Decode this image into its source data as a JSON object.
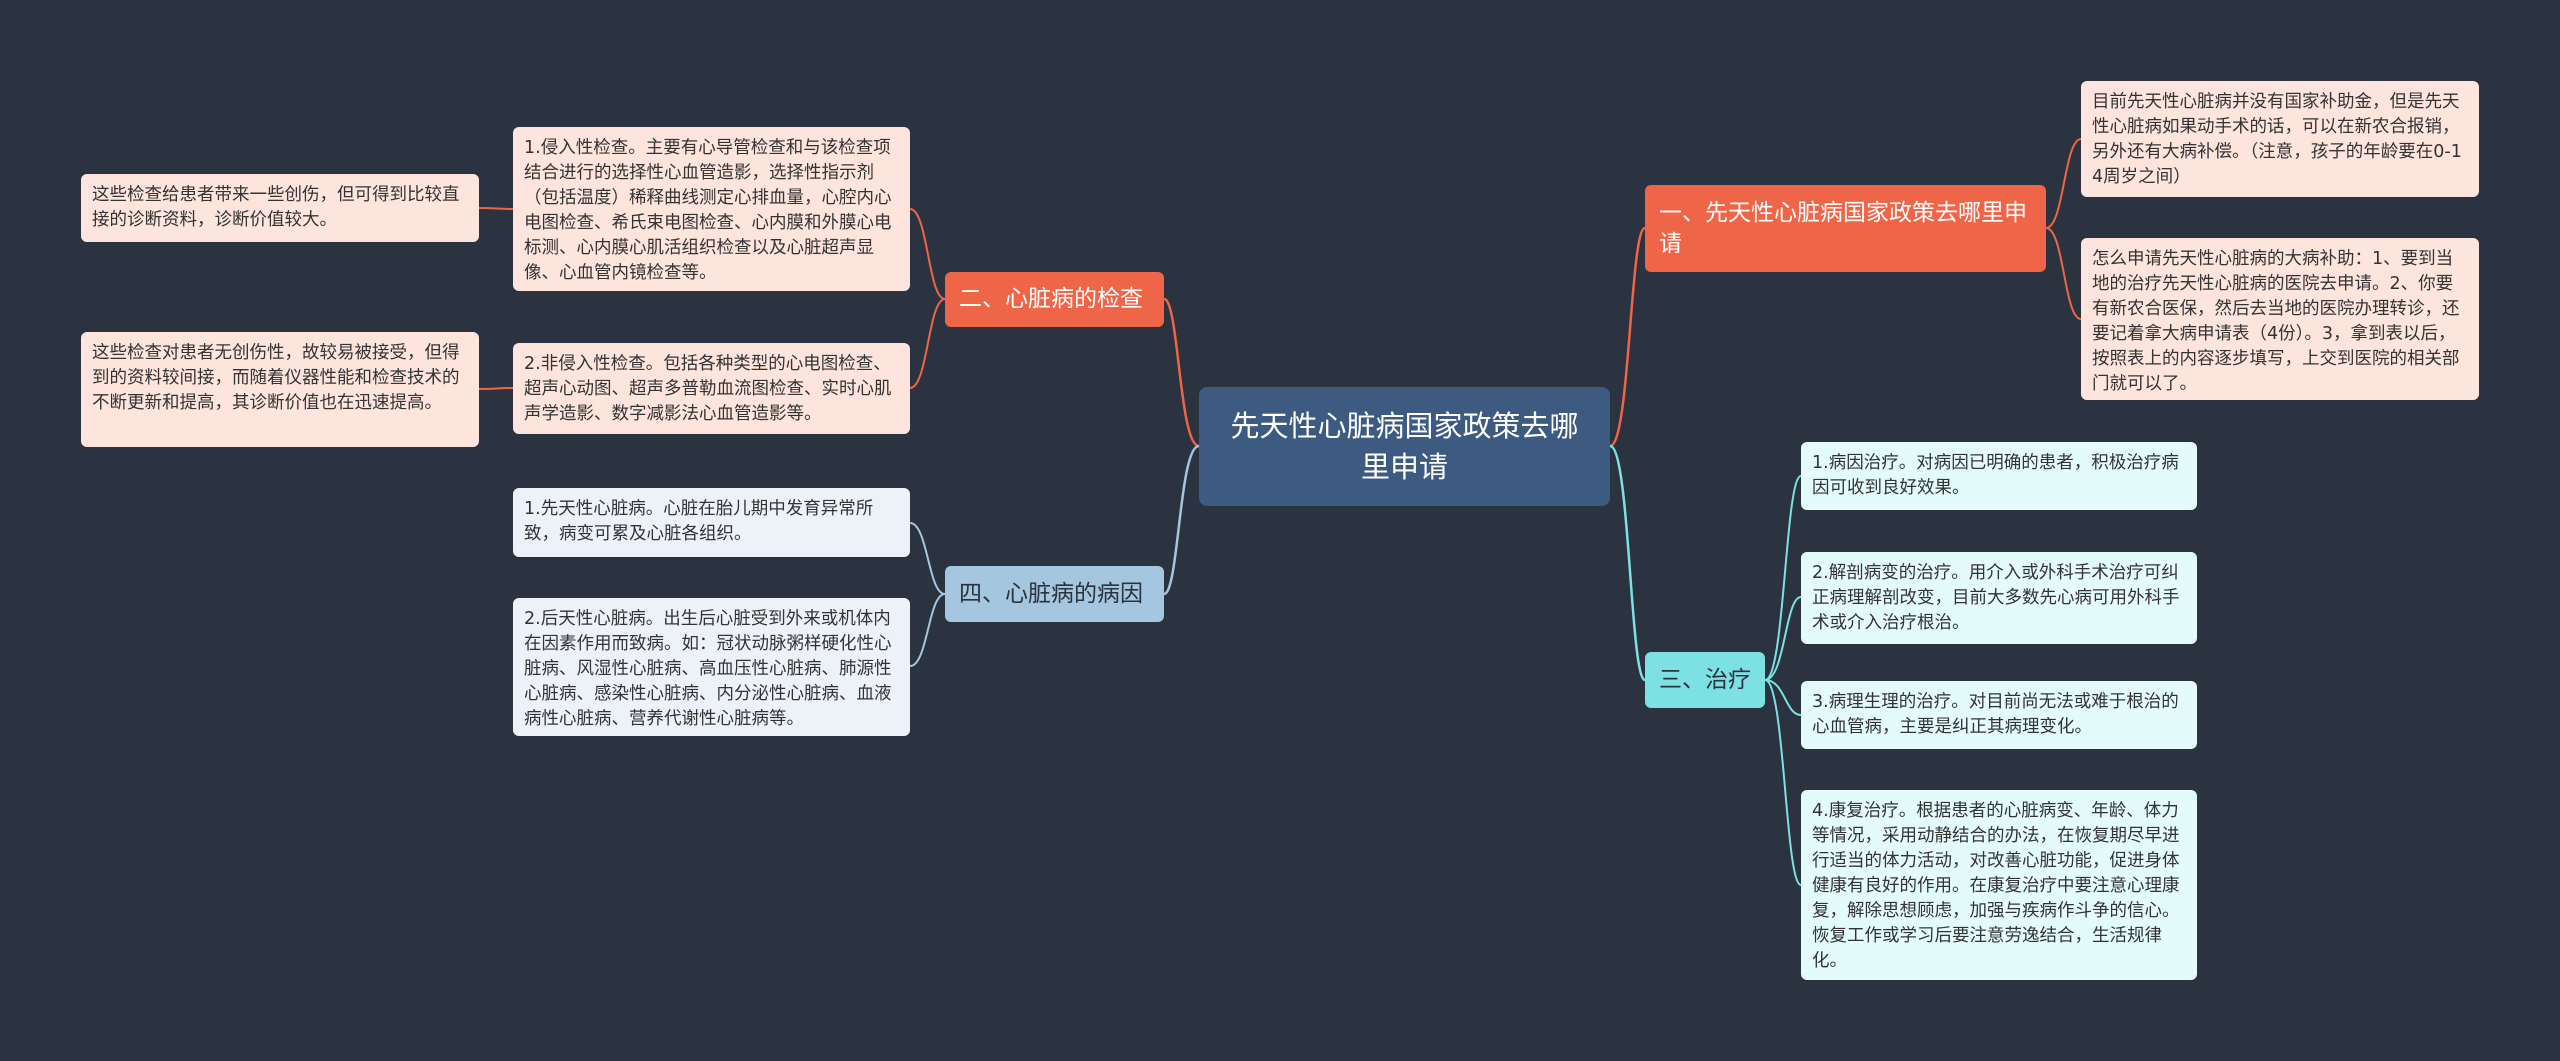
{
  "colors": {
    "background": "#2b3240",
    "root": "#3d5a80",
    "orange": "#ef6547",
    "light_blue": "#a4c6de",
    "teal": "#7de0e3",
    "leaf_pink": "#fde4dd",
    "leaf_blue": "#edf2f8",
    "leaf_teal": "#e4fbfb"
  },
  "root": {
    "label": "先天性心脏病国家政策去哪里申请"
  },
  "branches": {
    "policy": {
      "label": "一、先天性心脏病国家政策去哪里申请",
      "items": [
        "目前先天性心脏病并没有国家补助金，但是先天性心脏病如果动手术的话，可以在新农合报销，另外还有大病补偿。（注意，孩子的年龄要在0-14周岁之间）",
        "怎么申请先天性心脏病的大病补助：1、要到当地的治疗先天性心脏病的医院去申请。2、你要有新农合医保，然后去当地的医院办理转诊，还要记着拿大病申请表（4份）。3，拿到表以后，按照表上的内容逐步填写，上交到医院的相关部门就可以了。"
      ]
    },
    "exam": {
      "label": "二、心脏病的检查",
      "items": [
        "1.侵入性检查。主要有心导管检查和与该检查项结合进行的选择性心血管造影，选择性指示剂（包括温度）稀释曲线测定心排血量，心腔内心电图检查、希氏束电图检查、心内膜和外膜心电标测、心内膜心肌活组织检查以及心脏超声显像、心血管内镜检查等。",
        "2.非侵入性检查。包括各种类型的心电图检查、超声心动图、超声多普勒血流图检查、实时心肌声学造影、数字减影法心血管造影等。"
      ],
      "notes": [
        "这些检查给患者带来一些创伤，但可得到比较直接的诊断资料，诊断价值较大。",
        "这些检查对患者无创伤性，故较易被接受，但得到的资料较间接，而随着仪器性能和检查技术的不断更新和提高，其诊断价值也在迅速提高。"
      ]
    },
    "cause": {
      "label": "四、心脏病的病因",
      "items": [
        "1.先天性心脏病。心脏在胎儿期中发育异常所致，病变可累及心脏各组织。",
        "2.后天性心脏病。出生后心脏受到外来或机体内在因素作用而致病。如：冠状动脉粥样硬化性心脏病、风湿性心脏病、高血压性心脏病、肺源性心脏病、感染性心脏病、内分泌性心脏病、血液病性心脏病、营养代谢性心脏病等。"
      ]
    },
    "treatment": {
      "label": "三、治疗",
      "items": [
        "1.病因治疗。对病因已明确的患者，积极治疗病因可收到良好效果。",
        "2.解剖病变的治疗。用介入或外科手术治疗可纠正病理解剖改变，目前大多数先心病可用外科手术或介入治疗根治。",
        "3.病理生理的治疗。对目前尚无法或难于根治的心血管病，主要是纠正其病理变化。",
        "4.康复治疗。根据患者的心脏病变、年龄、体力等情况，采用动静结合的办法，在恢复期尽早进行适当的体力活动，对改善心脏功能，促进身体健康有良好的作用。在康复治疗中要注意心理康复，解除思想顾虑，加强与疾病作斗争的信心。恢复工作或学习后要注意劳逸结合，生活规律化。"
      ]
    }
  }
}
